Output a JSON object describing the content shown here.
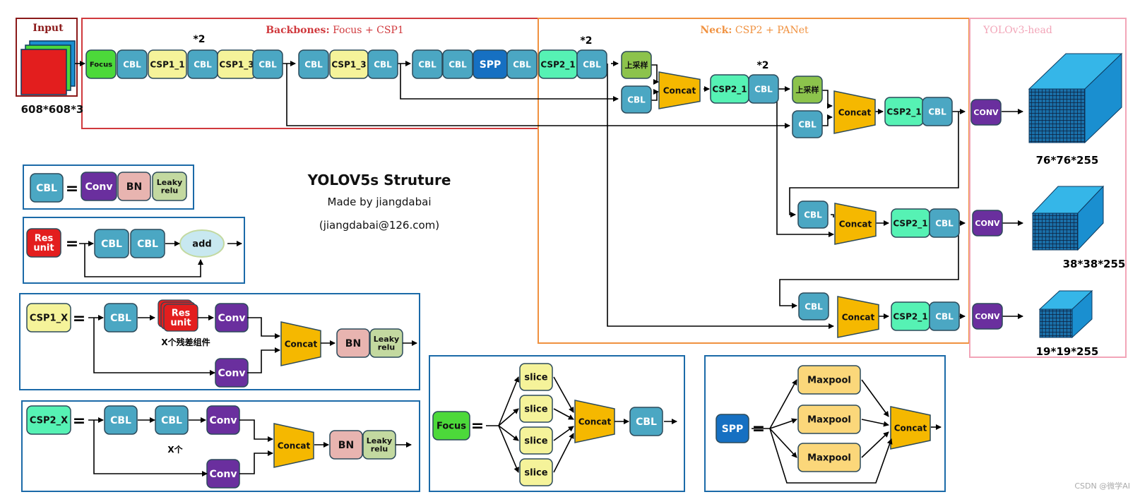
{
  "title": {
    "main": "YOLOV5s Struture",
    "author": "Made by jiangdabai",
    "email": "(jiangdabai@126.com)"
  },
  "sections": {
    "input": "Input",
    "backbone_bold": "Backbones:",
    "backbone_rest": " Focus + CSP1",
    "neck_bold": "Neck:",
    "neck_rest": " CSP2 + PANet",
    "head": "YOLOv3-head"
  },
  "labels": {
    "input_size": "608*608*3",
    "repeat": "*2",
    "out1": "76*76*255",
    "out2": "38*38*255",
    "out3": "19*19*255",
    "residual_caption": "X个残差组件",
    "x_caption": "X个",
    "watermark": "CSDN @微学AI"
  },
  "blocks": {
    "focus": "Focus",
    "cbl": "CBL",
    "csp1_1": "CSP1_1",
    "csp1_3": "CSP1_3",
    "csp2_1": "CSP2_1",
    "spp": "SPP",
    "upsample": "上采样",
    "concat": "Concat",
    "conv": "Conv",
    "conv_head": "CONV",
    "bn": "BN",
    "leaky_1": "Leaky",
    "leaky_2": "relu",
    "res_1": "Res",
    "res_2": "unit",
    "add": "add",
    "csp1_x": "CSP1_X",
    "csp2_x": "CSP2_X",
    "slice": "slice",
    "maxpool": "Maxpool",
    "equals": "="
  },
  "colors": {
    "cbl": "#4ba7c3",
    "csp1": "#f5f39a",
    "csp2": "#56f2b4",
    "focus": "#4cd93a",
    "spp": "#1670c2",
    "upsample": "#8cc34c",
    "concat": "#f5b800",
    "conv": "#6a2f9e",
    "bn": "#e8b4b0",
    "leaky": "#c3d9a0",
    "res": "#e31e1e",
    "add": "#c8e8f0",
    "slice": "#f5f39a",
    "maxpool": "#fbd77a",
    "cube_front": "#1a6fa8",
    "cube_top": "#35b6e8",
    "cube_side": "#1a8fd0",
    "backbone_border": "#d0393d",
    "neck_border": "#f0913f",
    "head_border": "#f2a5b8",
    "legend_border": "#1b6aa8"
  }
}
